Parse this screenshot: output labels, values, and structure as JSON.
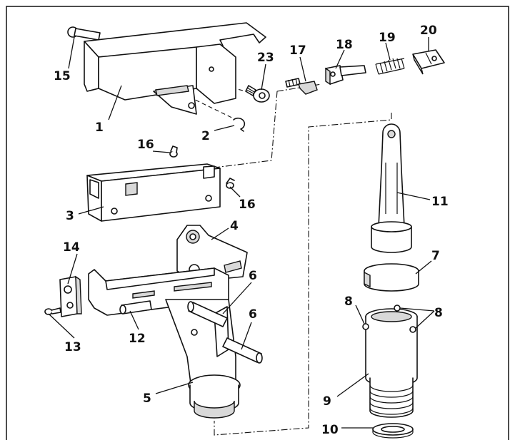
{
  "diagram": {
    "callouts": [
      {
        "id": "c1",
        "label": "1"
      },
      {
        "id": "c2",
        "label": "2"
      },
      {
        "id": "c3",
        "label": "3"
      },
      {
        "id": "c4",
        "label": "4"
      },
      {
        "id": "c5",
        "label": "5"
      },
      {
        "id": "c6a",
        "label": "6"
      },
      {
        "id": "c6b",
        "label": "6"
      },
      {
        "id": "c7",
        "label": "7"
      },
      {
        "id": "c8a",
        "label": "8"
      },
      {
        "id": "c8b",
        "label": "8"
      },
      {
        "id": "c9",
        "label": "9"
      },
      {
        "id": "c10",
        "label": "10"
      },
      {
        "id": "c11",
        "label": "11"
      },
      {
        "id": "c12",
        "label": "12"
      },
      {
        "id": "c13",
        "label": "13"
      },
      {
        "id": "c14",
        "label": "14"
      },
      {
        "id": "c15",
        "label": "15"
      },
      {
        "id": "c16a",
        "label": "16"
      },
      {
        "id": "c16b",
        "label": "16"
      },
      {
        "id": "c17",
        "label": "17"
      },
      {
        "id": "c18",
        "label": "18"
      },
      {
        "id": "c19",
        "label": "19"
      },
      {
        "id": "c20",
        "label": "20"
      },
      {
        "id": "c23",
        "label": "23"
      }
    ]
  }
}
